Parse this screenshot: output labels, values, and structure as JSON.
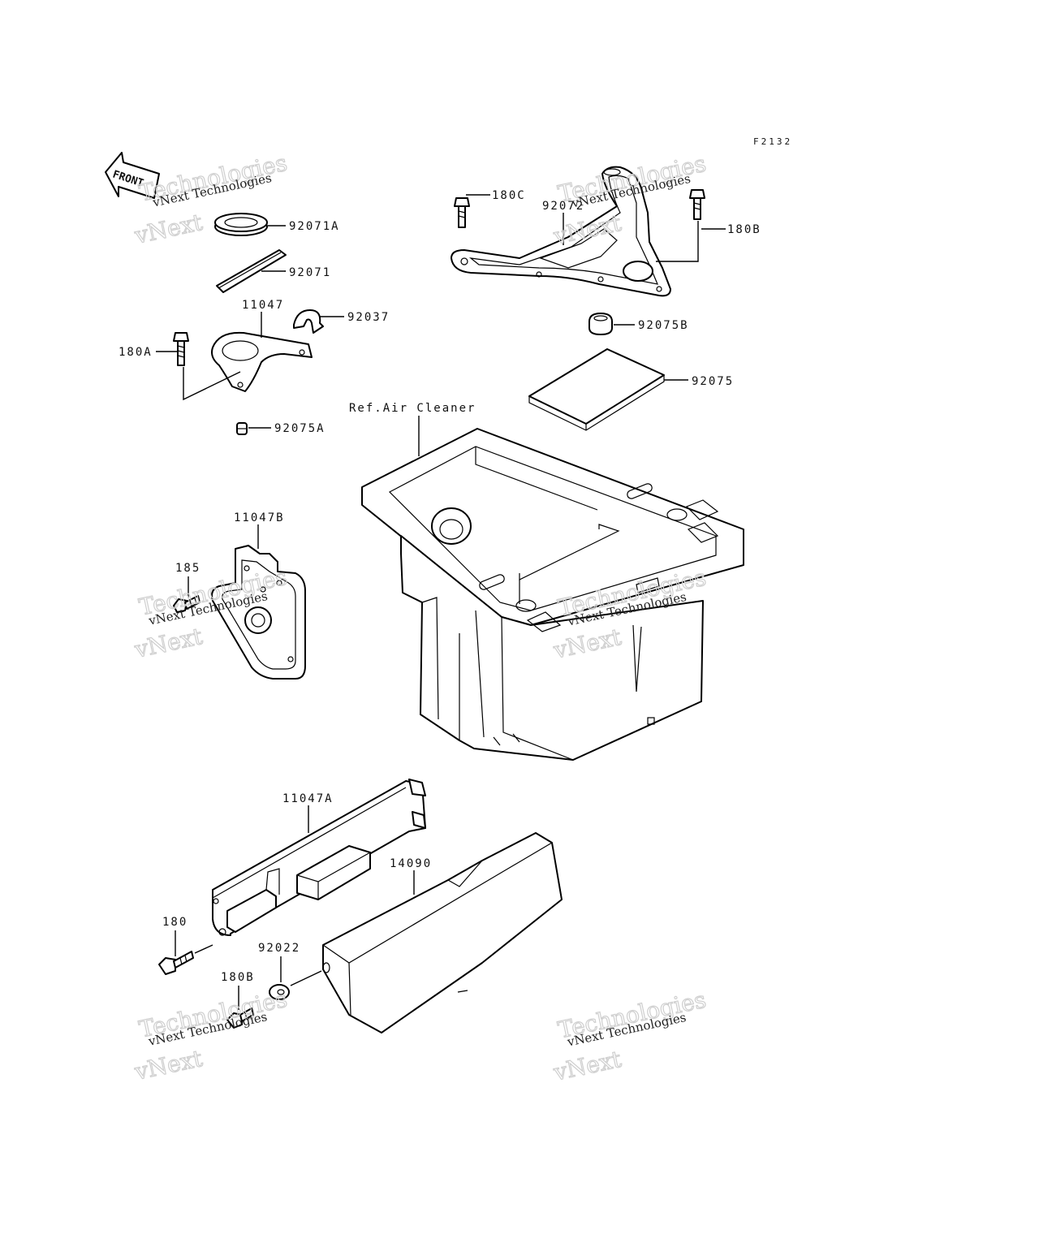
{
  "figure_code": "F2132",
  "front_arrow_label": "FRONT",
  "reference_label": "Ref.Air Cleaner",
  "parts": {
    "p92071A": "92071A",
    "p92071": "92071",
    "p11047": "11047",
    "p92037": "92037",
    "p180A": "180A",
    "p92075A": "92075A",
    "p180C": "180C",
    "p92072": "92072",
    "p180B_top": "180B",
    "p92075B": "92075B",
    "p92075": "92075",
    "p11047B": "11047B",
    "p185": "185",
    "p11047A": "11047A",
    "p14090": "14090",
    "p180": "180",
    "p92022": "92022",
    "p180B_bottom": "180B"
  },
  "watermark": {
    "line1": "vNext Technologies",
    "line2": "vNext Technologies"
  }
}
